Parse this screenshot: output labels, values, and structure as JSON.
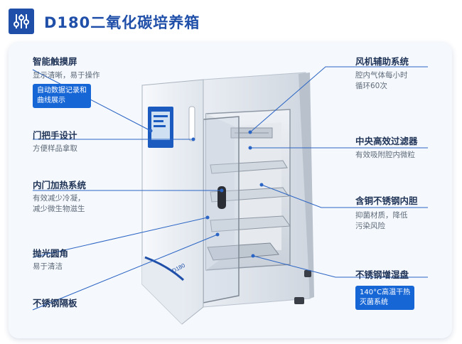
{
  "header": {
    "title": "D180二氧化碳培养箱",
    "icon": "sliders-icon"
  },
  "features_left": [
    {
      "title": "智能触摸屏",
      "desc": [
        "显示清晰，易于操作"
      ],
      "chip": [
        "自动数据记录和",
        "曲线展示"
      ]
    },
    {
      "title": "门把手设计",
      "desc": [
        "方便样品拿取"
      ]
    },
    {
      "title": "内门加热系统",
      "desc": [
        "有效减少冷凝，",
        "减少微生物滋生"
      ]
    },
    {
      "title": "抛光圆角",
      "desc": [
        "易于清洁"
      ]
    },
    {
      "title": "不锈钢隔板",
      "desc": []
    }
  ],
  "features_right": [
    {
      "title": "风机辅助系统",
      "desc": [
        "腔内气体每小时",
        "循环60次"
      ]
    },
    {
      "title": "中央高效过滤器",
      "desc": [
        "有效吸附腔内微粒"
      ]
    },
    {
      "title": "含铜不锈钢内胆",
      "desc": [
        "抑菌材质，降低",
        "污染风险"
      ]
    },
    {
      "title": "不锈钢增湿盘",
      "desc": [],
      "chip": [
        "140°C高温干热",
        "灭菌系统"
      ]
    }
  ],
  "product_label": "D180",
  "colors": {
    "brand": "#1f4fa8",
    "chip": "#1766d6",
    "title": "#1f3357",
    "desc": "#5f6b7a",
    "leader": "#2a64c4",
    "panel": "#f5f8fc"
  }
}
